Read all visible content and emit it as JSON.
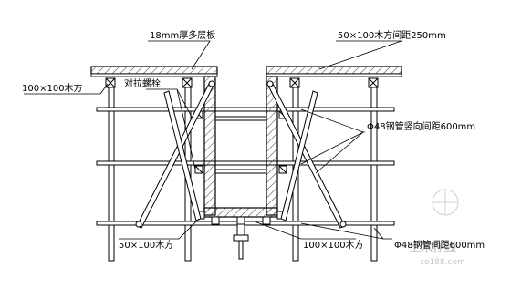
{
  "labels": {
    "plywood": "18mm厚多层板",
    "joist_top": "50×100木方间距250mm",
    "timber_left": "100×100木方",
    "tie_bolt": "对拉螺栓",
    "pipe_vertical": "Φ48钢管竖向间距600mm",
    "timber_bottom_left": "50×100木方",
    "timber_bottom_mid": "100×100木方",
    "pipe_spacing": "Φ48钢管间距600mm"
  },
  "watermark": {
    "main": "土木在线",
    "sub": "co188.com"
  }
}
